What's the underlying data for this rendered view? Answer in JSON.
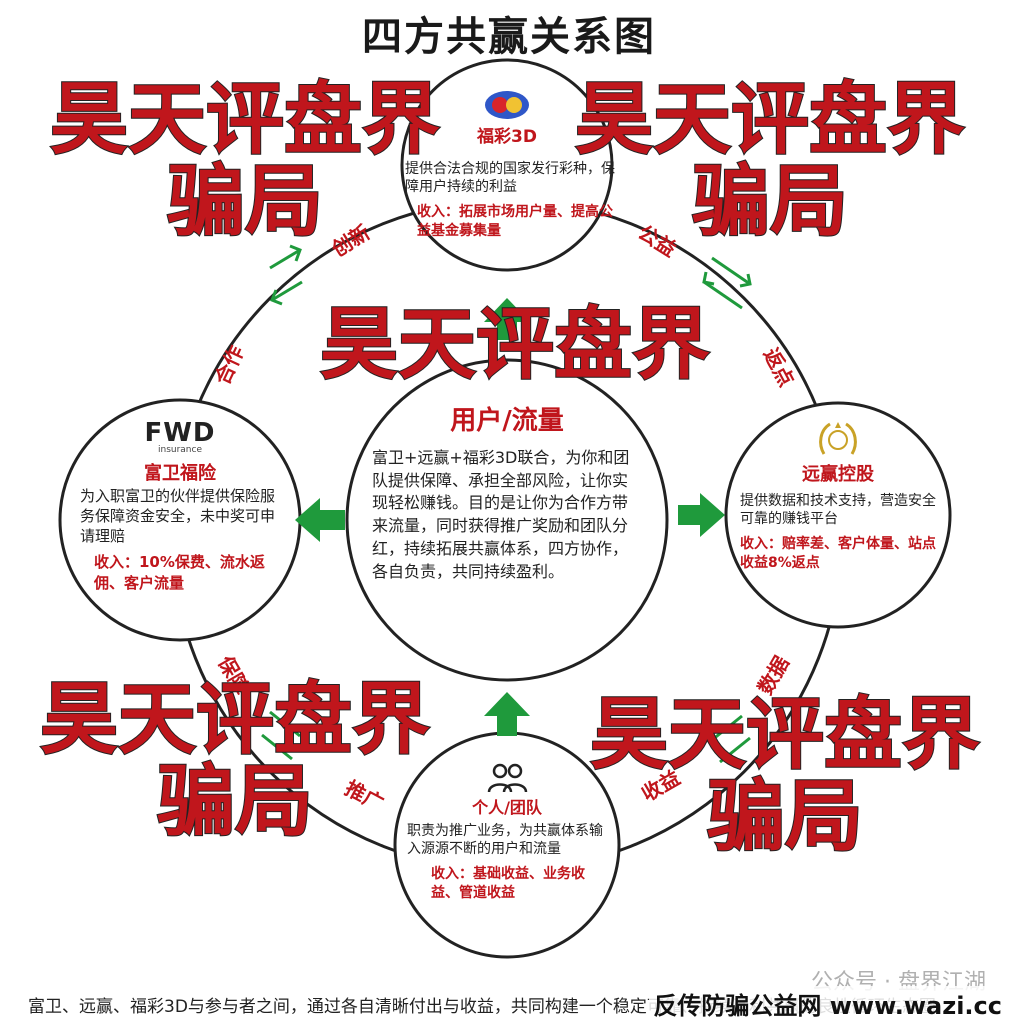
{
  "title": "四方共赢关系图",
  "center": {
    "name": "用户/流量",
    "desc": "富卫+远赢+福彩3D联合，为你和团队提供保障、承担全部风险，让你实现轻松赚钱。目的是让你为合作方带来流量，同时获得推广奖励和团队分红，持续拓展共赢体系，四方协作，各自负责，共同持续盈利。"
  },
  "top_node": {
    "name": "福彩3D",
    "desc": "提供合法合规的国家发行彩种，保障用户持续的利益",
    "income": "收入：拓展市场用户量、提高公益基金募集量",
    "icon": "lottery-logo-icon"
  },
  "left_node": {
    "logo_text": "FWD",
    "logo_sub": "insurance",
    "name": "富卫福险",
    "desc": "为入职富卫的伙伴提供保险服务保障资金安全，未中奖可申请理赔",
    "income": "收入：10%保费、流水返佣、客户流量"
  },
  "right_node": {
    "name": "远赢控股",
    "desc": "提供数据和技术支持，营造安全可靠的赚钱平台",
    "income": "收入：赔率差、客户体量、站点收益8%返点",
    "icon": "laurel-crest-icon"
  },
  "bottom_node": {
    "name": "个人/团队",
    "desc": "职责为推广业务，为共赢体系输入源源不断的用户和流量",
    "income": "收入：基础收益、业务收益、管道收益",
    "icon": "people-icon"
  },
  "ring_labels": {
    "innovate": "创新",
    "cooperate": "合作",
    "charity": "公益",
    "rebate": "返点",
    "guarantee": "保障",
    "promote": "推广",
    "data": "数据",
    "revenue": "收益"
  },
  "watermarks": {
    "brand": "昊天评盘界",
    "scam": "骗局"
  },
  "footer": "富卫、远赢、福彩3D与参与者之间，通过各自清晰付出与收益，共同构建一个稳定可靠、持续互利共赢的良性循环生态圈",
  "wechat": "公众号 · 盘界江湖",
  "site": "反传防骗公益网 www.wazi.cc",
  "colors": {
    "accent_red": "#c0161c",
    "arrow_green": "#1f9a3c",
    "ring_dark": "#222222"
  }
}
